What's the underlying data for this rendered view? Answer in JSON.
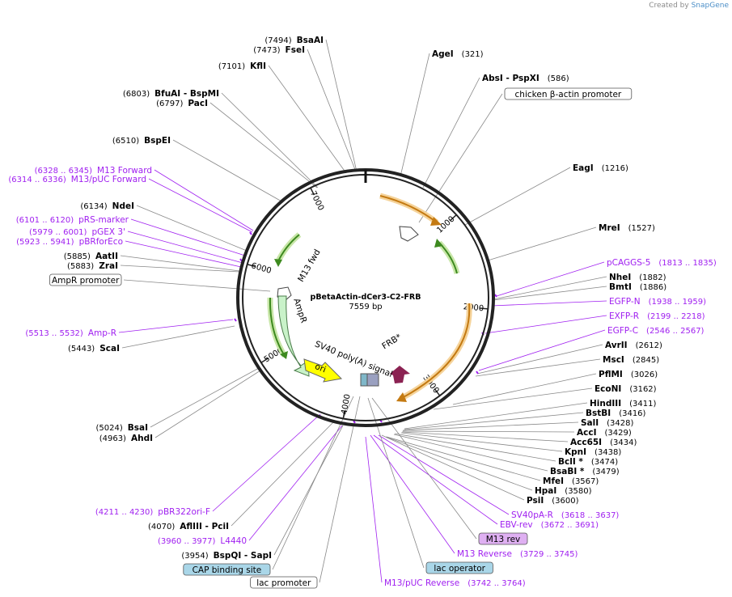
{
  "credit": {
    "prefix": "Created by",
    "brand": "SnapGene"
  },
  "plasmid": {
    "name": "pBetaActin-dCer3-C2-FRB",
    "size_label": "7559 bp",
    "length": 7559
  },
  "ticks": [
    "1000",
    "2000",
    "3000",
    "4000",
    "5000",
    "6000",
    "7000"
  ],
  "features": [
    {
      "label": "M13 fwd"
    },
    {
      "label": "AmpR"
    },
    {
      "label": "SV40 poly(A) signal"
    },
    {
      "label": "ori"
    },
    {
      "label": "FRB*"
    }
  ],
  "sites": [
    {
      "name": "BsaAI",
      "coord": "(7494)",
      "kind": "enzyme"
    },
    {
      "name": "FseI",
      "coord": "(7473)",
      "kind": "enzyme"
    },
    {
      "name": "KflI",
      "coord": "(7101)",
      "kind": "enzyme"
    },
    {
      "name": "BfuAI   - BspMI",
      "coord": "(6803)",
      "kind": "enzyme"
    },
    {
      "name": "PacI",
      "coord": "(6797)",
      "kind": "enzyme"
    },
    {
      "name": "BspEI",
      "coord": "(6510)",
      "kind": "enzyme"
    },
    {
      "name": "M13 Forward",
      "coord": "(6328 .. 6345)",
      "kind": "primer"
    },
    {
      "name": "M13/pUC Forward",
      "coord": "(6314 .. 6336)",
      "kind": "primer"
    },
    {
      "name": "NdeI",
      "coord": "(6134)",
      "kind": "enzyme"
    },
    {
      "name": "pRS-marker",
      "coord": "(6101 .. 6120)",
      "kind": "primer"
    },
    {
      "name": "pGEX 3'",
      "coord": "(5979 .. 6001)",
      "kind": "primer"
    },
    {
      "name": "pBRforEco",
      "coord": "(5923 .. 5941)",
      "kind": "primer"
    },
    {
      "name": "AatII",
      "coord": "(5885)",
      "kind": "enzyme"
    },
    {
      "name": "ZraI",
      "coord": "(5883)",
      "kind": "enzyme"
    },
    {
      "name": "AmpR promoter",
      "coord": "",
      "kind": "boxed"
    },
    {
      "name": "Amp-R",
      "coord": "(5513 .. 5532)",
      "kind": "primer"
    },
    {
      "name": "ScaI",
      "coord": "(5443)",
      "kind": "enzyme"
    },
    {
      "name": "BsaI",
      "coord": "(5024)",
      "kind": "enzyme"
    },
    {
      "name": "AhdI",
      "coord": "(4963)",
      "kind": "enzyme"
    },
    {
      "name": "pBR322ori-F",
      "coord": "(4211 .. 4230)",
      "kind": "primer"
    },
    {
      "name": "AflIII   - PciI",
      "coord": "(4070)",
      "kind": "enzyme"
    },
    {
      "name": "L4440",
      "coord": "(3960 .. 3977)",
      "kind": "primer"
    },
    {
      "name": "BspQI   - SapI",
      "coord": "(3954)",
      "kind": "enzyme"
    },
    {
      "name": "CAP binding site",
      "coord": "",
      "kind": "blue"
    },
    {
      "name": "lac promoter",
      "coord": "",
      "kind": "boxed"
    },
    {
      "name": "AgeI",
      "coord": "(321)",
      "kind": "enzyme"
    },
    {
      "name": "AbsI   - PspXI",
      "coord": "(586)",
      "kind": "enzyme"
    },
    {
      "name": "chicken β-actin promoter",
      "coord": "",
      "kind": "boxed"
    },
    {
      "name": "EagI",
      "coord": "(1216)",
      "kind": "enzyme"
    },
    {
      "name": "MreI",
      "coord": "(1527)",
      "kind": "enzyme"
    },
    {
      "name": "pCAGGS-5",
      "coord": "(1813 .. 1835)",
      "kind": "primer"
    },
    {
      "name": "NheI",
      "coord": "(1882)",
      "kind": "enzyme"
    },
    {
      "name": "BmtI",
      "coord": "(1886)",
      "kind": "enzyme"
    },
    {
      "name": "EGFP-N",
      "coord": "(1938 .. 1959)",
      "kind": "primer"
    },
    {
      "name": "EXFP-R",
      "coord": "(2199 .. 2218)",
      "kind": "primer"
    },
    {
      "name": "EGFP-C",
      "coord": "(2546 .. 2567)",
      "kind": "primer"
    },
    {
      "name": "AvrII",
      "coord": "(2612)",
      "kind": "enzyme"
    },
    {
      "name": "MscI",
      "coord": "(2845)",
      "kind": "enzyme"
    },
    {
      "name": "PflMI",
      "coord": "(3026)",
      "kind": "enzyme"
    },
    {
      "name": "EcoNI",
      "coord": "(3162)",
      "kind": "enzyme"
    },
    {
      "name": "HindIII",
      "coord": "(3411)",
      "kind": "enzyme"
    },
    {
      "name": "BstBI",
      "coord": "(3416)",
      "kind": "enzyme"
    },
    {
      "name": "SalI",
      "coord": "(3428)",
      "kind": "enzyme"
    },
    {
      "name": "AccI",
      "coord": "(3429)",
      "kind": "enzyme"
    },
    {
      "name": "Acc65I",
      "coord": "(3434)",
      "kind": "enzyme"
    },
    {
      "name": "KpnI",
      "coord": "(3438)",
      "kind": "enzyme"
    },
    {
      "name": "BclI *",
      "coord": "(3474)",
      "kind": "enzyme"
    },
    {
      "name": "BsaBI *",
      "coord": "(3479)",
      "kind": "enzyme"
    },
    {
      "name": "MfeI",
      "coord": "(3567)",
      "kind": "enzyme"
    },
    {
      "name": "HpaI",
      "coord": "(3580)",
      "kind": "enzyme"
    },
    {
      "name": "PsiI",
      "coord": "(3600)",
      "kind": "enzyme"
    },
    {
      "name": "SV40pA-R",
      "coord": "(3618 .. 3637)",
      "kind": "primer"
    },
    {
      "name": "EBV-rev",
      "coord": "(3672 .. 3691)",
      "kind": "primer"
    },
    {
      "name": "M13 rev",
      "coord": "",
      "kind": "pink"
    },
    {
      "name": "M13 Reverse",
      "coord": "(3729 .. 3745)",
      "kind": "primer"
    },
    {
      "name": "lac operator",
      "coord": "",
      "kind": "blue"
    },
    {
      "name": "M13/pUC Reverse",
      "coord": "(3742 .. 3764)",
      "kind": "primer"
    }
  ]
}
